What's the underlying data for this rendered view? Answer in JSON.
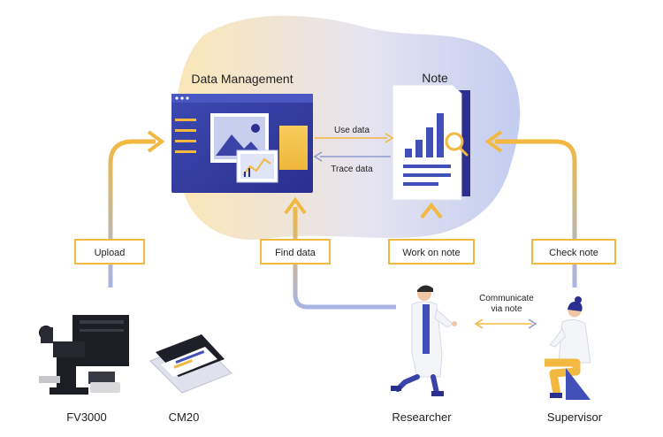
{
  "titles": {
    "data_management": "Data Management",
    "note": "Note"
  },
  "arrows": {
    "use_data": "Use data",
    "trace_data": "Trace data",
    "communicate_line1": "Communicate",
    "communicate_line2": "via note"
  },
  "steps": {
    "upload": "Upload",
    "find_data": "Find data",
    "work_on_note": "Work on note",
    "check_note": "Check note"
  },
  "devices": {
    "fv3000": "FV3000",
    "cm20": "CM20"
  },
  "people": {
    "researcher": "Researcher",
    "supervisor": "Supervisor"
  },
  "colors": {
    "navy": "#2b2f8f",
    "blue": "#4150b8",
    "gold": "#f2b840",
    "light_blue": "#a9b4e4",
    "box_border": "#f2b840"
  },
  "icons": {
    "data_management": "monitor-with-images-icon",
    "note": "document-with-bar-chart-icon",
    "microscope": "microscope-icon",
    "cm20": "incubation-monitor-icon",
    "researcher": "researcher-figure",
    "supervisor": "supervisor-figure"
  }
}
